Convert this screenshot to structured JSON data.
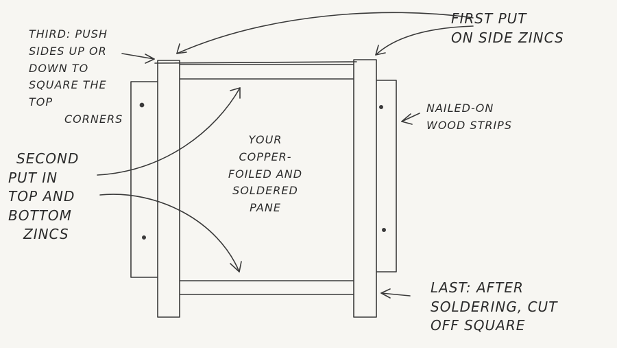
{
  "annotations": {
    "first": [
      "FIRST PUT",
      "ON SIDE ZINCS"
    ],
    "second": [
      "SECOND",
      "PUT IN",
      "TOP AND",
      "BOTTOM",
      "ZINCS"
    ],
    "third": [
      "THIRD: PUSH",
      "SIDES UP OR",
      "DOWN TO",
      "SQUARE THE",
      "TOP",
      "CORNERS"
    ],
    "last": [
      "LAST: AFTER",
      "SOLDERING, CUT",
      "OFF SQUARE"
    ],
    "wood_strips": [
      "NAILED-ON",
      "WOOD STRIPS"
    ],
    "pane": [
      "YOUR",
      "COPPER-",
      "FOILED AND",
      "SOLDERED",
      "PANE"
    ]
  },
  "colors": {
    "paper": "#f7f6f2",
    "pencil": "#3a3a3a"
  }
}
